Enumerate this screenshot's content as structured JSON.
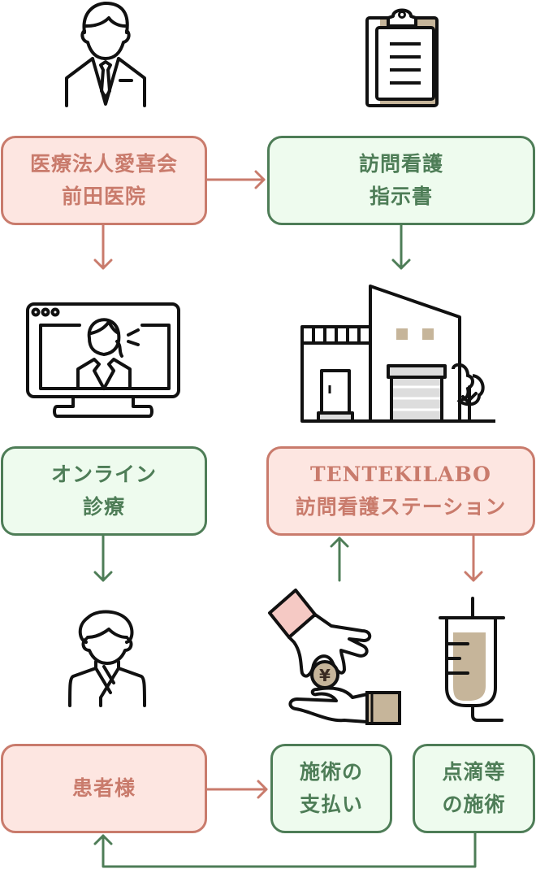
{
  "colors": {
    "pink_border": "#c97b6c",
    "pink_fill": "#fde6e1",
    "green_border": "#4e7d57",
    "green_fill": "#eefbee",
    "accent_beige": "#c6b59a",
    "accent_rose": "#f5c9c4"
  },
  "nodes": {
    "clinic": {
      "line1": "医療法人愛喜会",
      "line2": "前田医院"
    },
    "instruction": {
      "line1": "訪問看護",
      "line2": "指示書"
    },
    "online": {
      "line1": "オンライン",
      "line2": "診療"
    },
    "station": {
      "line1": "TENTEKILABO",
      "line2": "訪問看護ステーション"
    },
    "patient": {
      "line1": "患者様"
    },
    "payment": {
      "line1": "施術の",
      "line2": "支払い"
    },
    "treatment": {
      "line1": "点滴等",
      "line2": "の施術"
    }
  },
  "icons": {
    "doctor": "businessman-icon",
    "clipboard": "clipboard-icon",
    "monitor": "video-call-monitor-icon",
    "house": "house-icon",
    "patient": "patient-icon",
    "payment": "yen-coin-hand-icon",
    "drip": "iv-drip-icon",
    "yen_symbol": "¥"
  }
}
